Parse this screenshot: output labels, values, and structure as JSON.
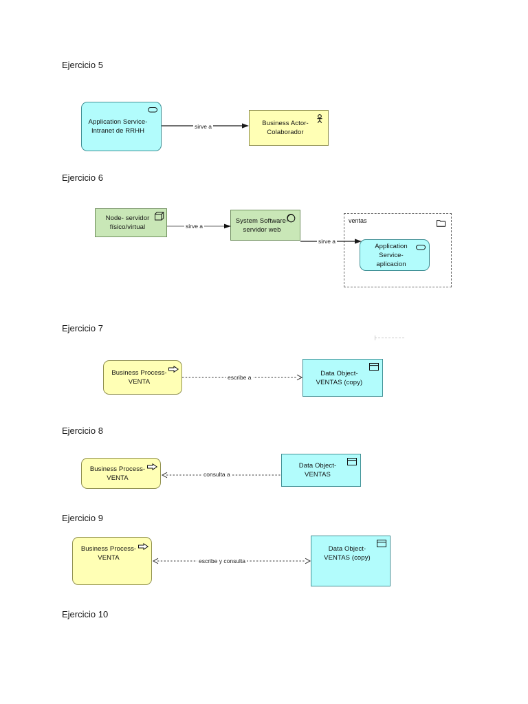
{
  "document": {
    "title": "Ejercicios ArchiMate 5-10",
    "background": "#ffffff"
  },
  "palette": {
    "application_cyan": "#b2fcfc",
    "business_yellow": "#ffffb5",
    "technology_green": "#c9e7b7",
    "border_gray": "#4d4d4d",
    "grouping_dashed": "#6b6b6b",
    "text": "#111111"
  },
  "sections": [
    {
      "id": "ejercicio-5",
      "heading": "Ejercicio 5",
      "nodes": [
        {
          "id": "e5-app-service",
          "label": "Application Service-\nIntranet de RRHH",
          "type": "application-service",
          "icon": "rounded-rectangle-icon",
          "fill": "#b2fcfc"
        },
        {
          "id": "e5-business-actor",
          "label": "Business Actor-\nColaborador",
          "type": "business-actor",
          "icon": "stick-figure-icon",
          "fill": "#ffffb5"
        }
      ],
      "connectors": [
        {
          "id": "e5-serving",
          "label": "sirve a",
          "style": "solid",
          "arrow": "filled",
          "from": "e5-app-service",
          "to": "e5-business-actor"
        }
      ]
    },
    {
      "id": "ejercicio-6",
      "heading": "Ejercicio 6",
      "nodes": [
        {
          "id": "e6-node",
          "label": "Node- servidor\nfísico/virtual",
          "type": "node",
          "icon": "box-3d-icon",
          "fill": "#c9e7b7"
        },
        {
          "id": "e6-system-software",
          "label": "System Software-\nservidor web",
          "type": "system-software",
          "icon": "circle-ring-icon",
          "fill": "#c9e7b7"
        },
        {
          "id": "e6-app-service",
          "label": "Application Service-\naplicacion",
          "type": "application-service",
          "icon": "rounded-rectangle-icon",
          "fill": "#b2fcfc"
        }
      ],
      "grouping": {
        "id": "e6-grouping-ventas",
        "title": "ventas",
        "icon": "folder-icon",
        "style": "dashed"
      },
      "connectors": [
        {
          "id": "e6-serving-1",
          "label": "sirve a",
          "style": "solid",
          "arrow": "filled",
          "from": "e6-node",
          "to": "e6-system-software"
        },
        {
          "id": "e6-serving-2",
          "label": "sirve a",
          "style": "solid",
          "arrow": "filled",
          "from": "e6-system-software",
          "to": "e6-app-service"
        }
      ]
    },
    {
      "id": "ejercicio-7",
      "heading": "Ejercicio 7",
      "nodes": [
        {
          "id": "e7-business-process",
          "label": "Business Process-\nVENTA",
          "type": "business-process",
          "icon": "arrow-right-icon",
          "fill": "#ffffb5"
        },
        {
          "id": "e7-data-object",
          "label": "Data Object-\nVENTAS (copy)",
          "type": "data-object",
          "icon": "data-object-icon",
          "fill": "#b2fcfc"
        }
      ],
      "connectors": [
        {
          "id": "e7-access-write",
          "label": "escribe a",
          "style": "dotted",
          "arrow": "open-right",
          "from": "e7-business-process",
          "to": "e7-data-object"
        }
      ]
    },
    {
      "id": "ejercicio-8",
      "heading": "Ejercicio 8",
      "nodes": [
        {
          "id": "e8-business-process",
          "label": "Business Process-\nVENTA",
          "type": "business-process",
          "icon": "arrow-right-icon",
          "fill": "#ffffb5"
        },
        {
          "id": "e8-data-object",
          "label": "Data Object-\nVENTAS",
          "type": "data-object",
          "icon": "data-object-icon",
          "fill": "#b2fcfc"
        }
      ],
      "connectors": [
        {
          "id": "e8-access-read",
          "label": "consulta a",
          "style": "dotted",
          "arrow": "open-left",
          "from": "e8-data-object",
          "to": "e8-business-process"
        }
      ]
    },
    {
      "id": "ejercicio-9",
      "heading": "Ejercicio 9",
      "nodes": [
        {
          "id": "e9-business-process",
          "label": "Business Process-\nVENTA",
          "type": "business-process",
          "icon": "arrow-right-icon",
          "fill": "#ffffb5"
        },
        {
          "id": "e9-data-object",
          "label": "Data Object-\nVENTAS (copy)",
          "type": "data-object",
          "icon": "data-object-icon",
          "fill": "#b2fcfc"
        }
      ],
      "connectors": [
        {
          "id": "e9-access-readwrite",
          "label": "escribe y consulta",
          "style": "dotted",
          "arrow": "open-both",
          "from": "e9-business-process",
          "to": "e9-data-object"
        }
      ]
    },
    {
      "id": "ejercicio-10",
      "heading": "Ejercicio 10",
      "nodes": [],
      "connectors": []
    }
  ]
}
